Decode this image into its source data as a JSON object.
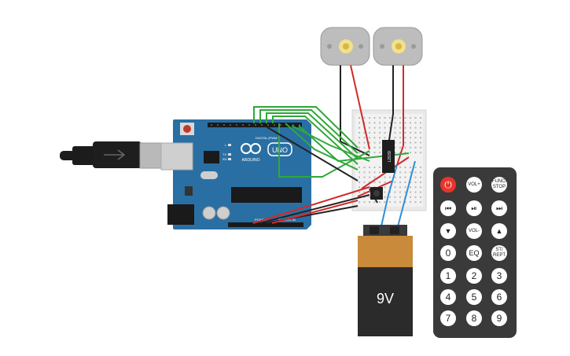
{
  "arduino": {
    "brand": "ARDUINO",
    "model": "UNO",
    "header_digital": "DIGITAL (PWM~)",
    "header_power": "POWER",
    "header_analog": "ANALOG IN",
    "led_labels": [
      "L",
      "TX",
      "RX"
    ]
  },
  "driver_chip": {
    "label": "L293D"
  },
  "battery": {
    "label": "9V"
  },
  "remote": {
    "buttons": [
      {
        "id": "power",
        "label": "⏻"
      },
      {
        "id": "vol-up",
        "label": "VOL+"
      },
      {
        "id": "func-stop",
        "label": "FUNC/\nSTOP"
      },
      {
        "id": "prev",
        "label": "⏮"
      },
      {
        "id": "play-pause",
        "label": "⏯"
      },
      {
        "id": "next",
        "label": "⏭"
      },
      {
        "id": "down",
        "label": "▼"
      },
      {
        "id": "vol-down",
        "label": "VOL-"
      },
      {
        "id": "up",
        "label": "▲"
      },
      {
        "id": "zero",
        "label": "0"
      },
      {
        "id": "eq",
        "label": "EQ"
      },
      {
        "id": "st-rept",
        "label": "ST/\nREPT"
      },
      {
        "id": "one",
        "label": "1"
      },
      {
        "id": "two",
        "label": "2"
      },
      {
        "id": "three",
        "label": "3"
      },
      {
        "id": "four",
        "label": "4"
      },
      {
        "id": "five",
        "label": "5"
      },
      {
        "id": "six",
        "label": "6"
      },
      {
        "id": "seven",
        "label": "7"
      },
      {
        "id": "eight",
        "label": "8"
      },
      {
        "id": "nine",
        "label": "9"
      }
    ]
  },
  "colors": {
    "board": "#2a6fa3",
    "wire_green": "#2fa83a",
    "wire_red": "#d12a2a",
    "wire_black": "#222222",
    "wire_blue": "#2f8fd6",
    "battery_top": "#c98a3c",
    "battery_body": "#2b2b2b"
  }
}
